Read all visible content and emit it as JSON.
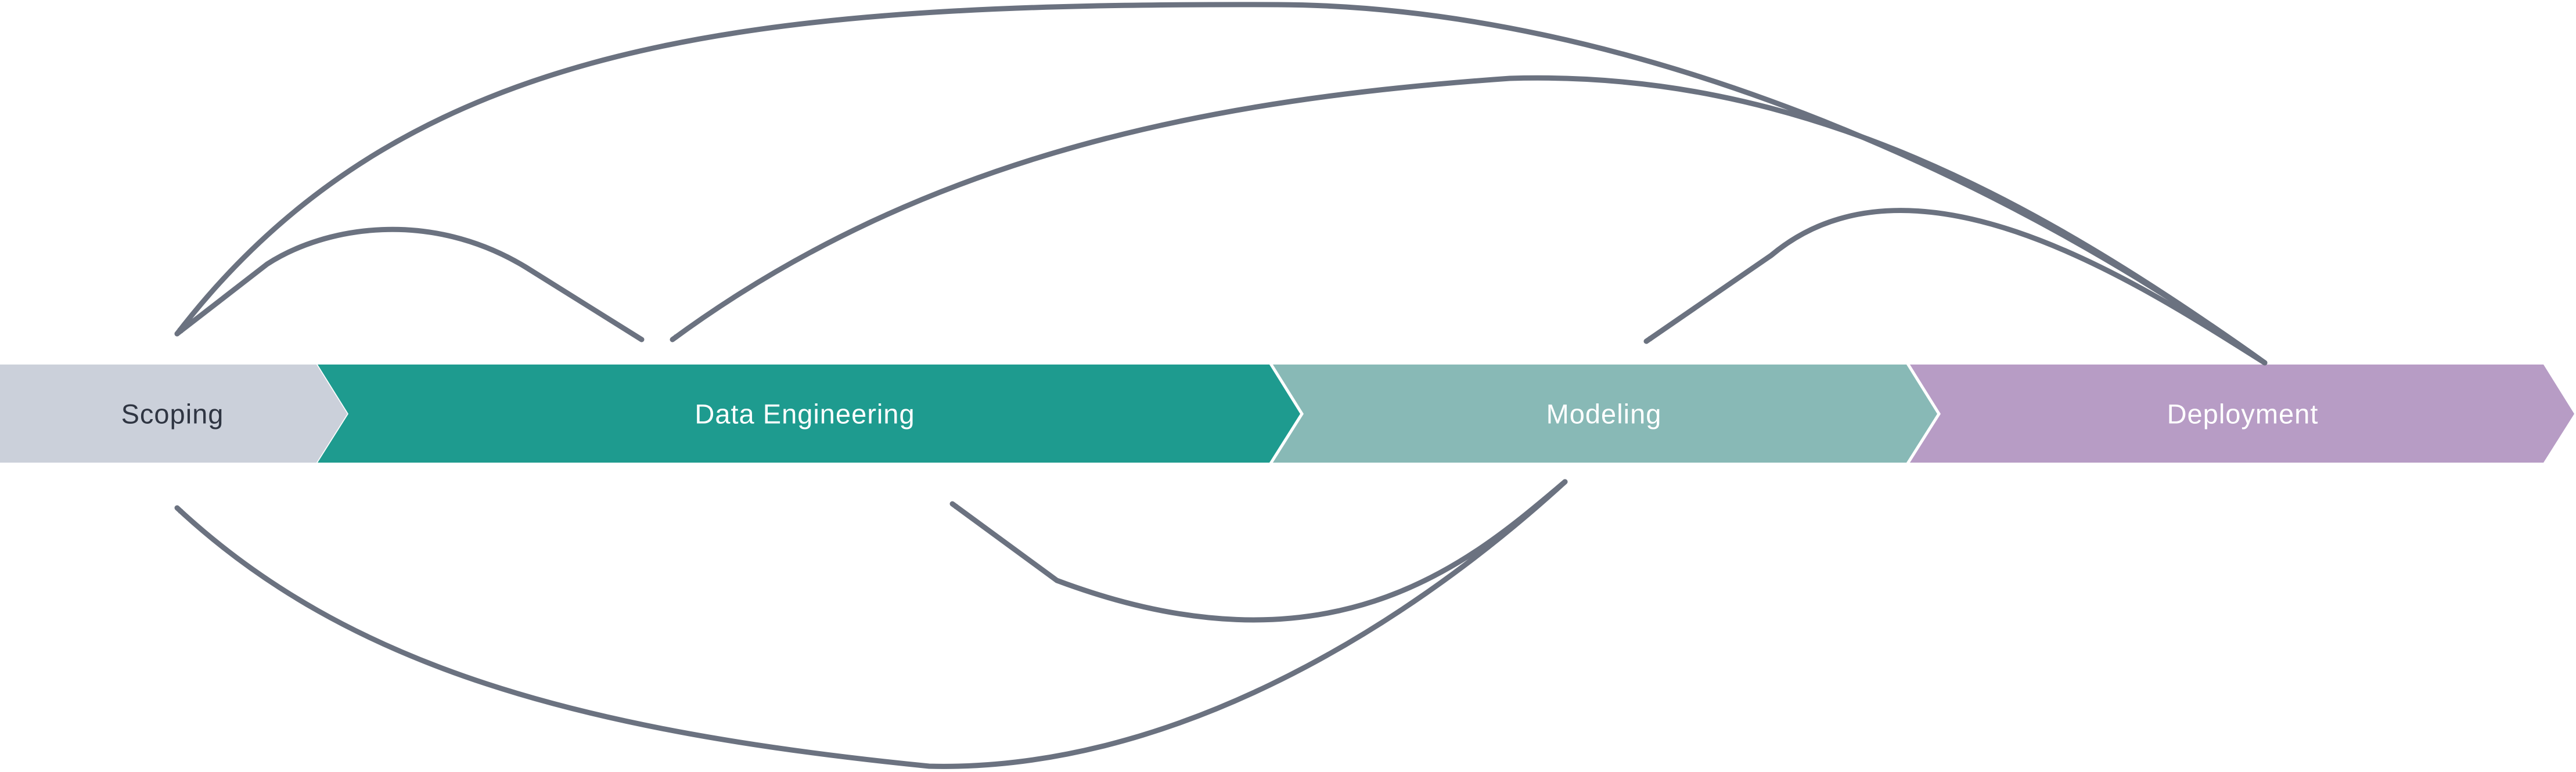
{
  "stages": [
    {
      "label": "Scoping",
      "fill": "#cbd0da",
      "text_color": "#2f3542"
    },
    {
      "label": "Data Engineering",
      "fill": "#1e9b8f",
      "text_color": "#ffffff"
    },
    {
      "label": "Modeling",
      "fill": "#88b9b6",
      "text_color": "#ffffff"
    },
    {
      "label": "Deployment",
      "fill": "#b79cc5",
      "text_color": "#ffffff"
    }
  ],
  "feedback_arrows": [
    {
      "from": "Deployment",
      "to": "Scoping"
    },
    {
      "from": "Deployment",
      "to": "Data Engineering"
    },
    {
      "from": "Deployment",
      "to": "Modeling"
    },
    {
      "from": "Data Engineering",
      "to": "Scoping"
    },
    {
      "from": "Modeling",
      "to": "Data Engineering"
    },
    {
      "from": "Modeling",
      "to": "Scoping"
    }
  ],
  "colors": {
    "arrow": "#6b7280",
    "background": "#ffffff"
  }
}
